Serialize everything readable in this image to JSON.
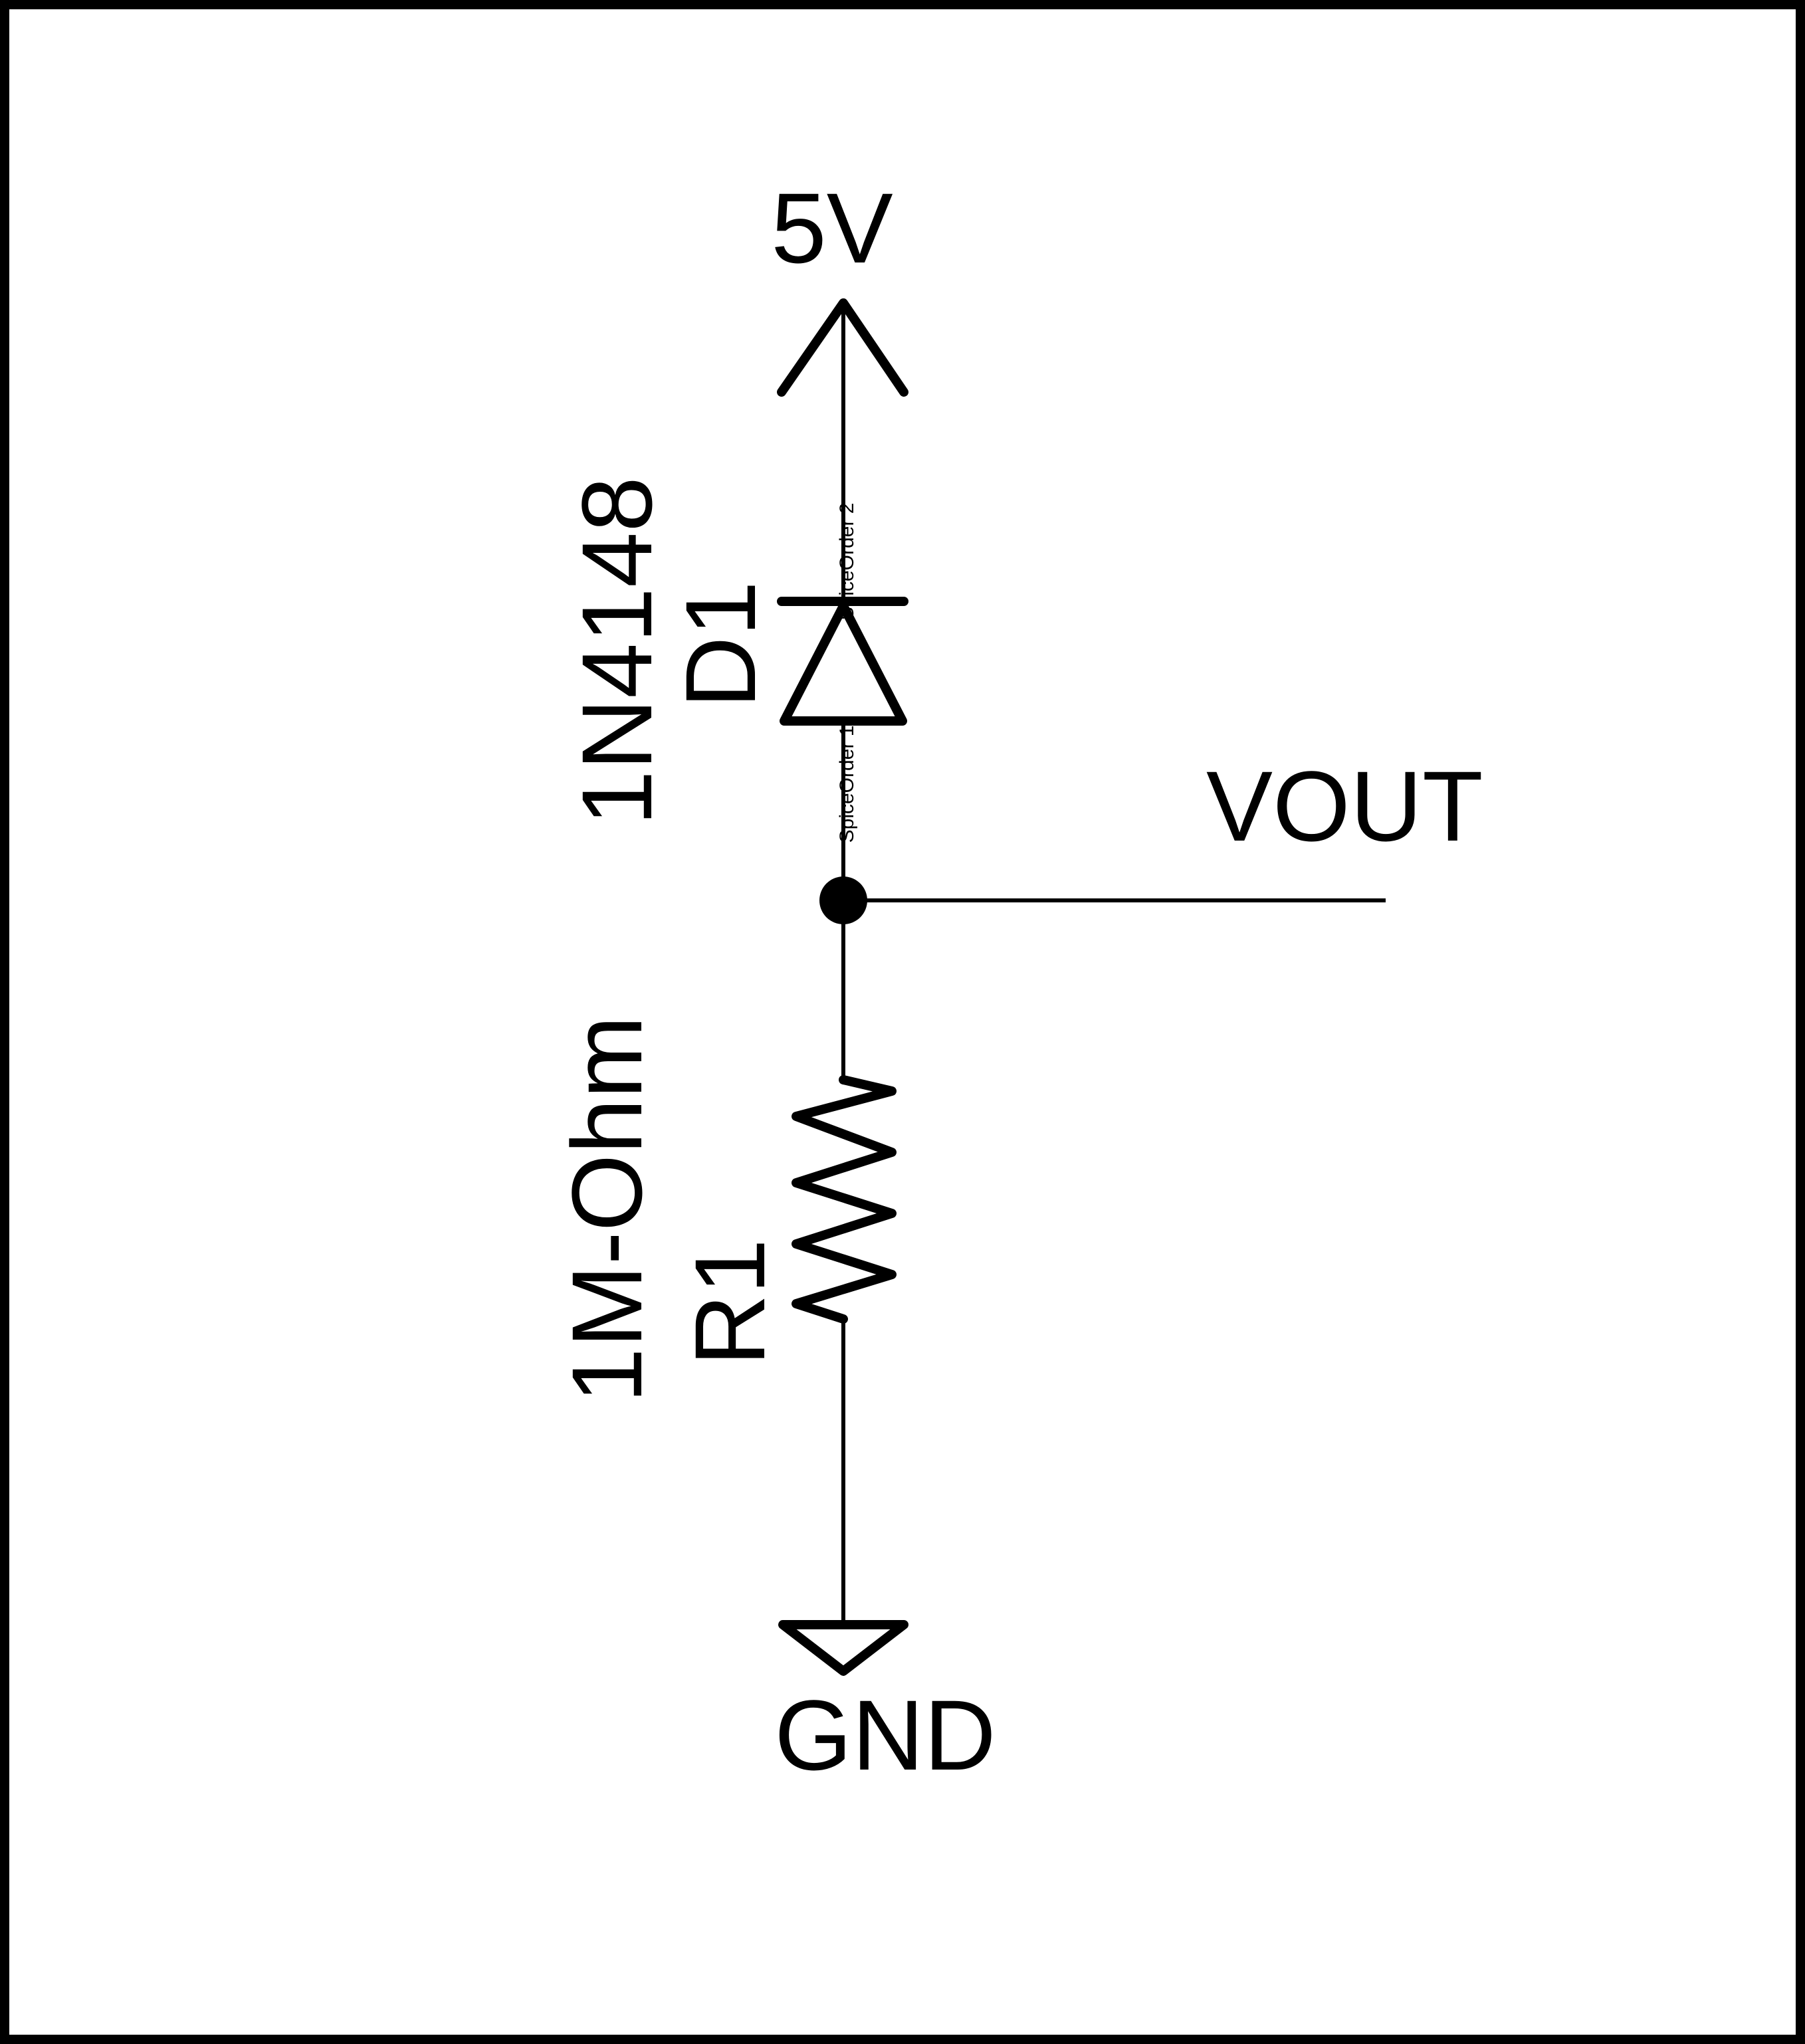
{
  "schematic": {
    "power": {
      "label": "5V"
    },
    "ground": {
      "label": "GND"
    },
    "net": {
      "label": "VOUT"
    },
    "diode": {
      "designator": "D1",
      "value": "1N4148",
      "pin_top": "SpiceOrder 2",
      "pin_bottom": "SpiceOrder 1"
    },
    "resistor": {
      "designator": "R1",
      "value": "1M-Ohm"
    }
  }
}
